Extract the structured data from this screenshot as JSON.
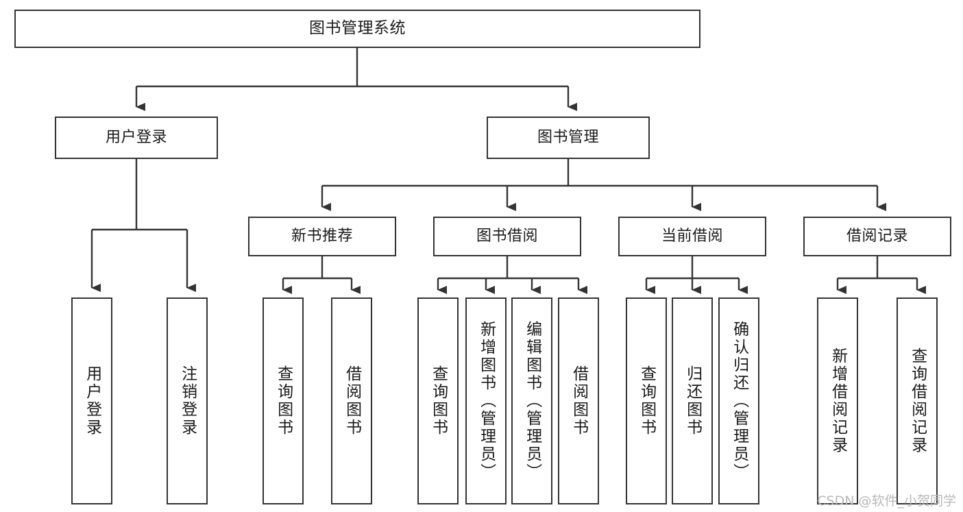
{
  "diagram": {
    "title": "图书管理系统",
    "type": "tree-hierarchy",
    "watermark": "CSDN @软件_小贺同学",
    "colors": {
      "stroke": "#333333",
      "fill": "#ffffff",
      "text": "#1a1a1a",
      "watermark": "#b8b8b8"
    },
    "levels": {
      "level1": [
        "图书管理系统"
      ],
      "level2": [
        "用户登录",
        "图书管理"
      ],
      "level3": [
        "新书推荐",
        "图书借阅",
        "当前借阅",
        "借阅记录"
      ],
      "level4": [
        "用户登录",
        "注销登录",
        "查询图书",
        "借阅图书",
        "查询图书",
        "新增图书（管理员）",
        "编辑图书（管理员）",
        "借阅图书",
        "查询图书",
        "归还图书",
        "确认归还（管理员）",
        "新增借阅记录",
        "查询借阅记录"
      ]
    },
    "nodes": {
      "root": {
        "label": "图书管理系统"
      },
      "user_login": {
        "label": "用户登录"
      },
      "book_manage": {
        "label": "图书管理"
      },
      "new_book_rec": {
        "label": "新书推荐"
      },
      "book_borrow": {
        "label": "图书借阅"
      },
      "current_borrow": {
        "label": "当前借阅"
      },
      "borrow_record": {
        "label": "借阅记录"
      },
      "leaf_user_login": {
        "label": "用户登录"
      },
      "leaf_user_logout": {
        "label": "注销登录"
      },
      "leaf_rec_query": {
        "label": "查询图书"
      },
      "leaf_rec_borrow": {
        "label": "借阅图书"
      },
      "leaf_borrow_query": {
        "label": "查询图书"
      },
      "leaf_borrow_add": {
        "label": "新增图书（管理员）"
      },
      "leaf_borrow_edit": {
        "label": "编辑图书（管理员）"
      },
      "leaf_borrow_do": {
        "label": "借阅图书"
      },
      "leaf_cur_query": {
        "label": "查询图书"
      },
      "leaf_cur_return": {
        "label": "归还图书"
      },
      "leaf_cur_confirm": {
        "label": "确认归还（管理员）"
      },
      "leaf_rec_add": {
        "label": "新增借阅记录"
      },
      "leaf_rec_search": {
        "label": "查询借阅记录"
      }
    }
  }
}
